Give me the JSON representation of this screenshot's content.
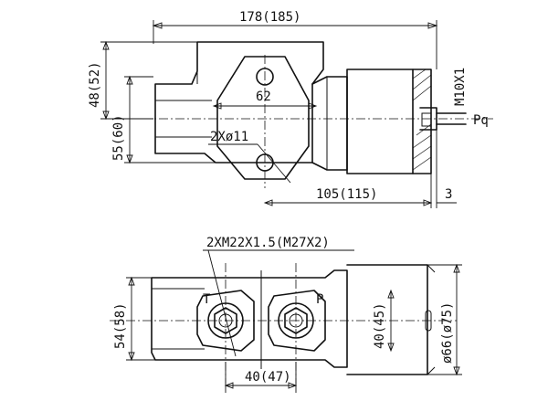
{
  "top_view": {
    "overall_length": "178(185)",
    "height_48": "48(52)",
    "height_55": "55(60)",
    "hole_pitch": "62",
    "mount_holes": "2Xø11",
    "length_105": "105(115)",
    "shaft_offset": "3",
    "gauge_thread": "M10X1",
    "gauge_port": "Pq"
  },
  "bottom_view": {
    "port_thread": "2XM22X1.5(M27X2)",
    "port_t": "T",
    "port_p": "P",
    "height_54": "54(58)",
    "height_40": "40(45)",
    "port_spacing": "40(47)",
    "diameter": "ø66(ø75)"
  }
}
